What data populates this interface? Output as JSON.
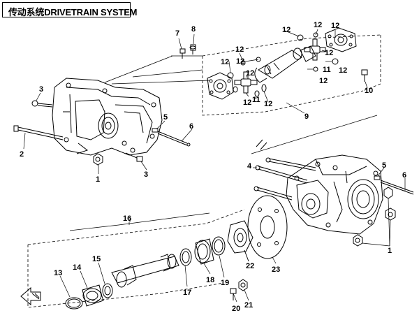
{
  "title": "传动系统DRIVETRAIN SYSTEM",
  "callouts": [
    "1",
    "2",
    "3",
    "4",
    "5",
    "6",
    "7",
    "8",
    "9",
    "10",
    "11",
    "12",
    "13",
    "14",
    "15",
    "16",
    "17",
    "18",
    "19",
    "20",
    "21",
    "22",
    "23"
  ]
}
